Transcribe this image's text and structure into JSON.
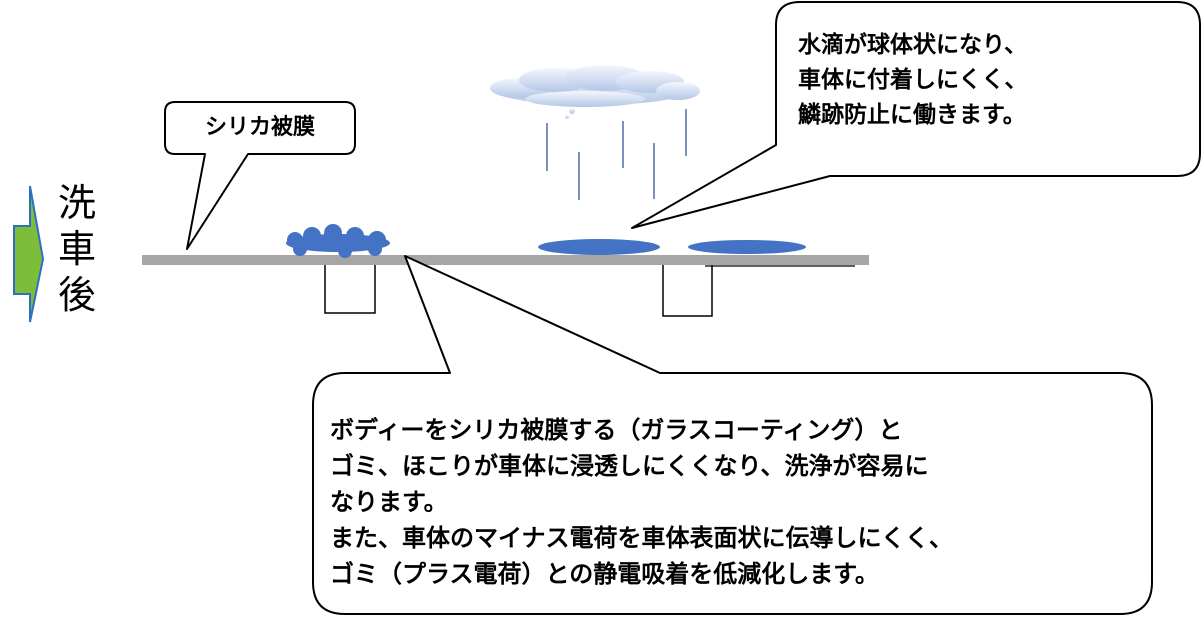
{
  "side_label": [
    "洗",
    "車",
    "後"
  ],
  "callouts": {
    "silica_film": "シリカ被膜",
    "water_drops": [
      "水滴が球体状になり、",
      "車体に付着しにくく、",
      "鱗跡防止に働きます。"
    ],
    "body_coating": [
      "ボディーをシリカ被膜する（ガラスコーティング）と",
      "ゴミ、ほこりが車体に浸透しにくくなり、洗浄が容易に",
      "なります。",
      "また、車体のマイナス電荷を車体表面状に伝導しにくく、",
      "ゴミ（プラス電荷）との静電吸着を低減化します。"
    ]
  },
  "colors": {
    "arrow_fill": "#7cbd3a",
    "arrow_stroke": "#2f6fc0",
    "dust_blue": "#4472c4",
    "cloud_fill": "#dbe5f3",
    "rain_line": "#2f5597",
    "surface_gray": "#a6a6a6",
    "outline": "#000000"
  }
}
